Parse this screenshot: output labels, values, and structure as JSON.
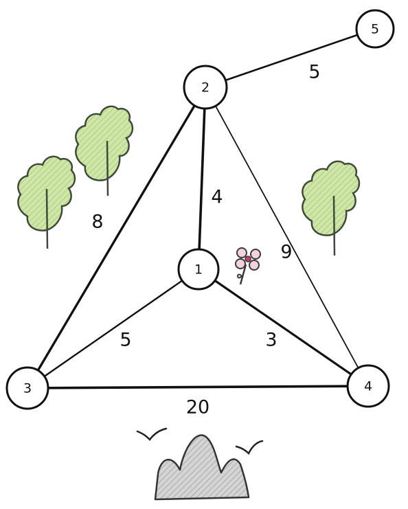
{
  "diagram": {
    "nodes": [
      {
        "id": "1",
        "label": "1"
      },
      {
        "id": "2",
        "label": "2"
      },
      {
        "id": "3",
        "label": "3"
      },
      {
        "id": "4",
        "label": "4"
      },
      {
        "id": "5",
        "label": "5"
      }
    ],
    "edges": [
      {
        "from": "2",
        "to": "5",
        "weight": "5"
      },
      {
        "from": "2",
        "to": "3",
        "weight": "8"
      },
      {
        "from": "2",
        "to": "1",
        "weight": "4"
      },
      {
        "from": "2",
        "to": "4",
        "weight": "9"
      },
      {
        "from": "1",
        "to": "3",
        "weight": "5"
      },
      {
        "from": "1",
        "to": "4",
        "weight": "3"
      },
      {
        "from": "3",
        "to": "4",
        "weight": "20"
      }
    ],
    "colors": {
      "stroke": "#111111",
      "tree_fill": "#cfe6a8",
      "tree_stroke": "#3d4a3a",
      "rock_fill": "#c9c9c9",
      "rock_stroke": "#333333",
      "flower_stroke": "#3a3a3a",
      "flower_accent": "#d23b6b"
    },
    "decorations": [
      "tree-icon",
      "tree-icon",
      "tree-icon",
      "flower-icon",
      "rock-icon",
      "bird-icon",
      "bird-icon"
    ]
  }
}
